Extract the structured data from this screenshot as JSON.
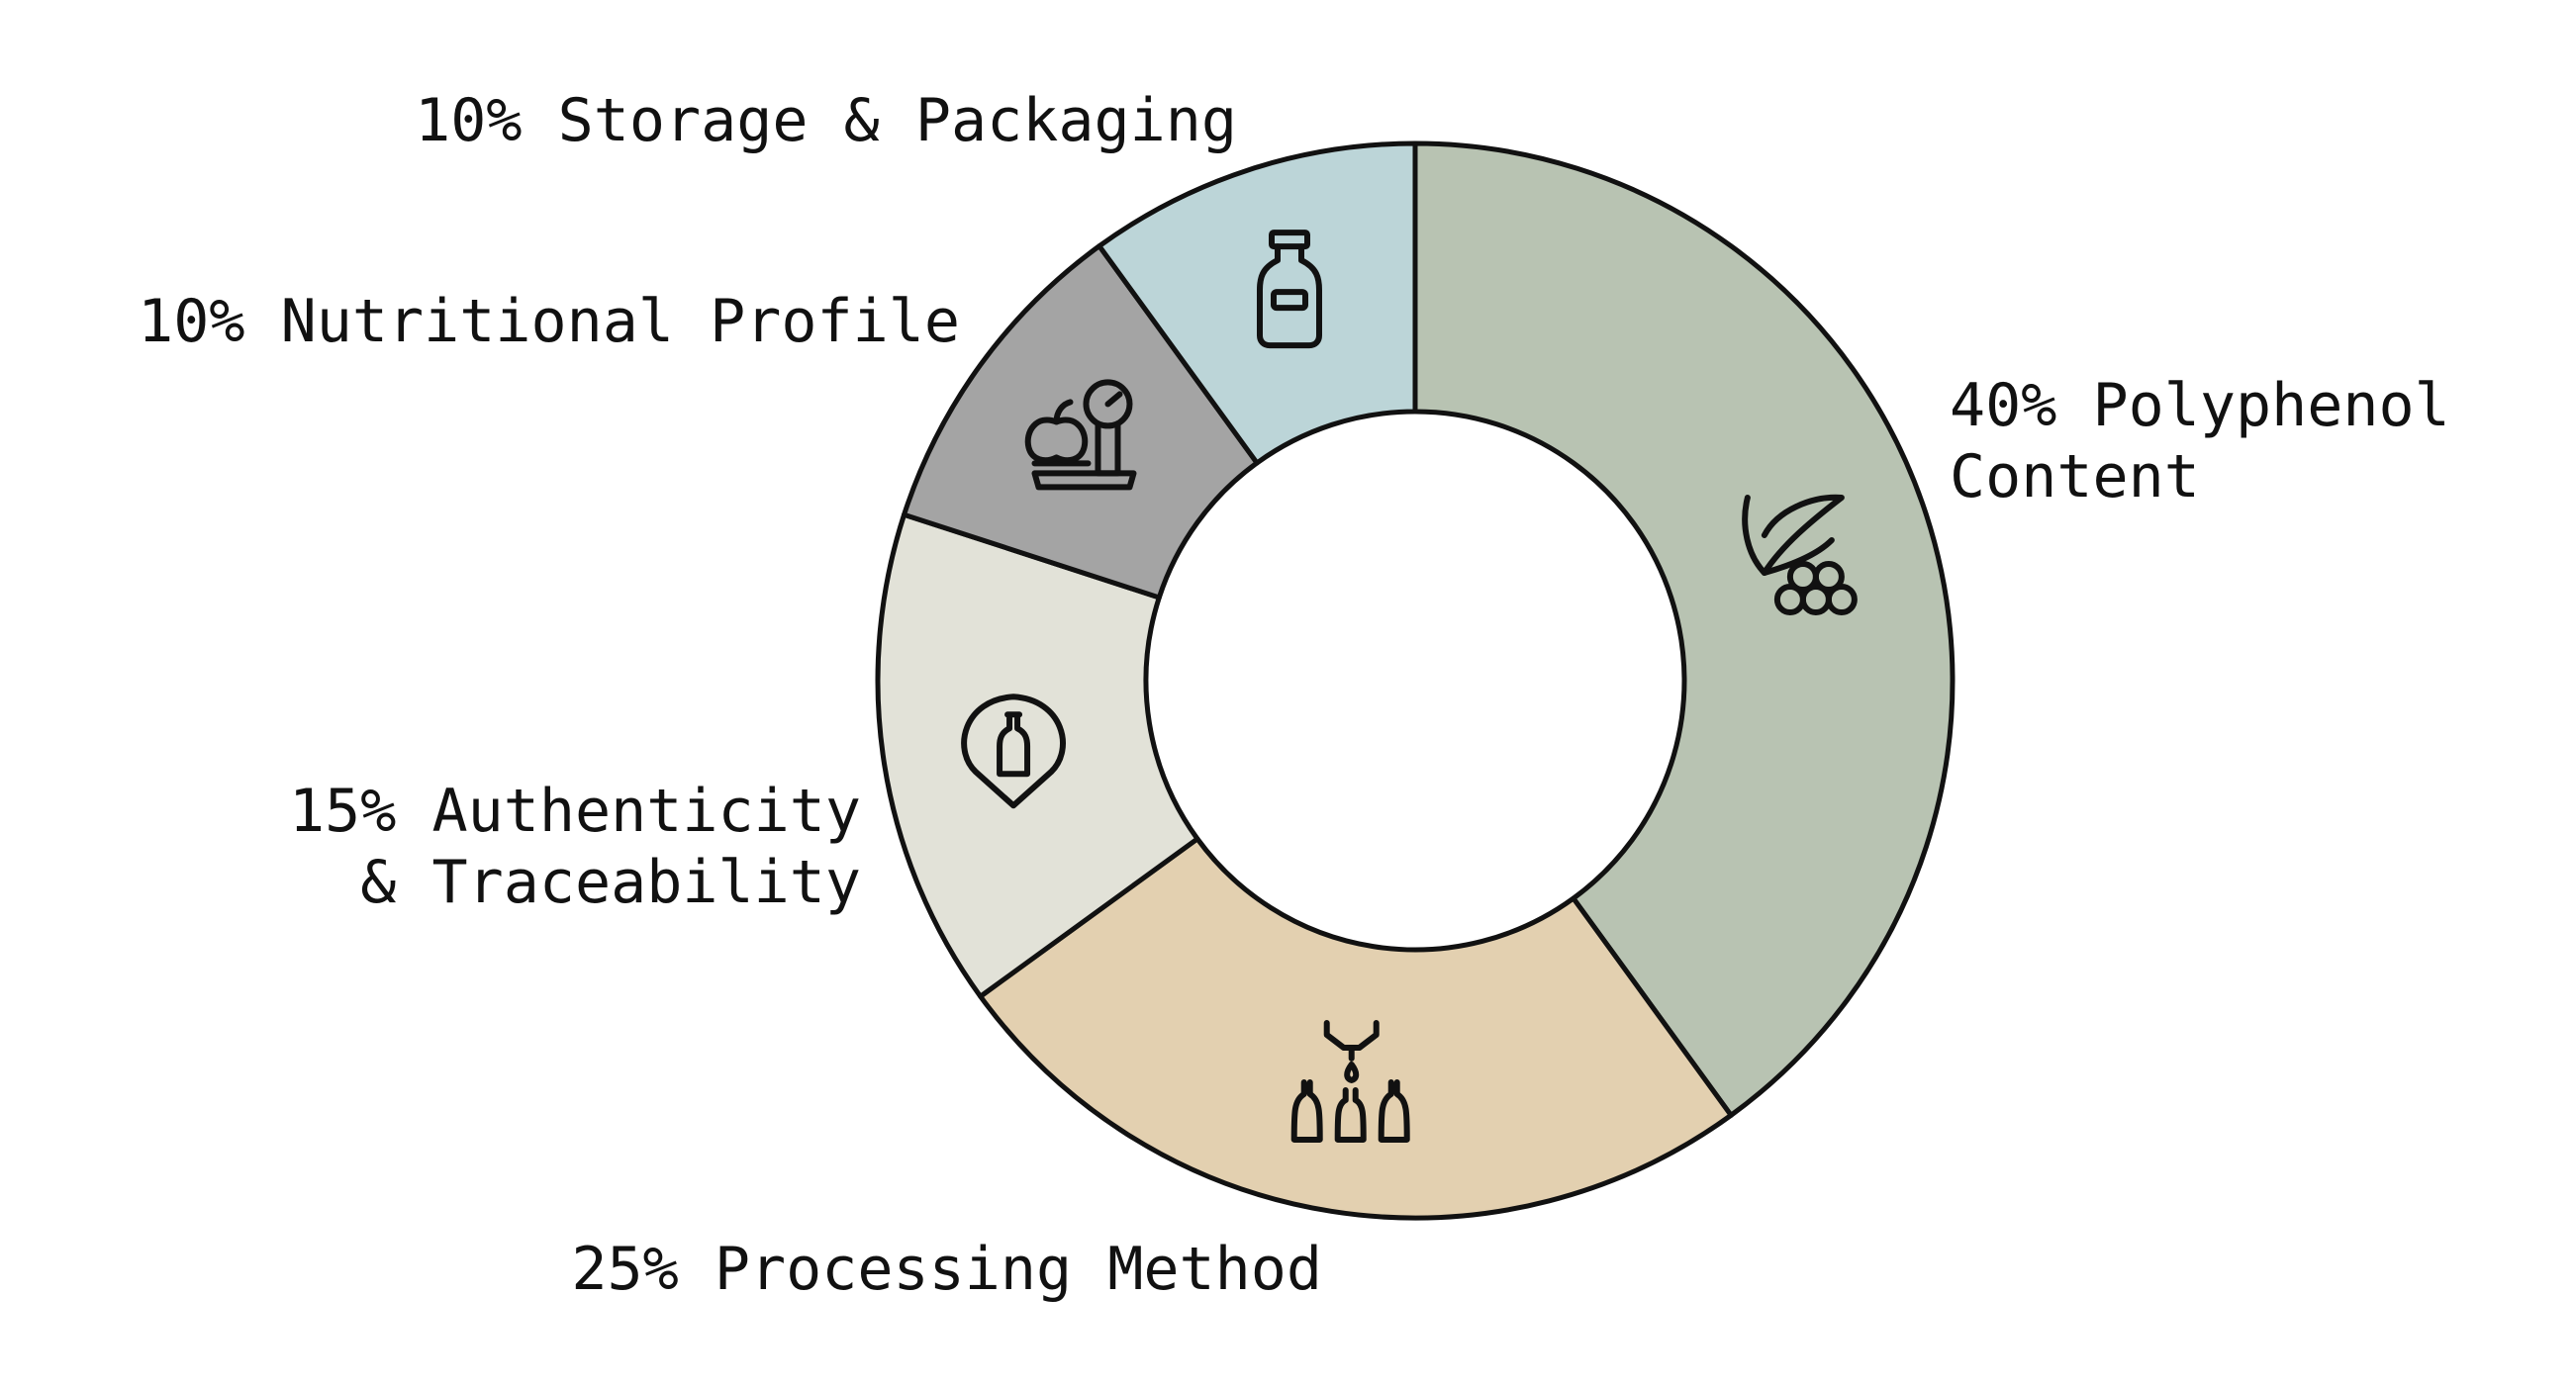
{
  "chart_data": {
    "type": "pie",
    "donut": true,
    "start": "top, clockwise",
    "slices": [
      {
        "label_lines": [
          "40% Polyphenol",
          "Content"
        ],
        "value": 40,
        "color": "#b8c3b2",
        "icon": "leaf-and-berries-icon"
      },
      {
        "label_lines": [
          "25% Processing Method"
        ],
        "value": 25,
        "color": "#e3d0b0",
        "icon": "press-and-bottles-icon"
      },
      {
        "label_lines": [
          "15% Authenticity",
          "& Traceability"
        ],
        "value": 15,
        "color": "#e2e2d8",
        "icon": "location-pin-bottle-icon"
      },
      {
        "label_lines": [
          "10% Nutritional Profile"
        ],
        "value": 10,
        "color": "#a4a4a4",
        "icon": "scale-with-apple-icon"
      },
      {
        "label_lines": [
          "10% Storage & Packaging"
        ],
        "value": 10,
        "color": "#bcd5d8",
        "icon": "bottle-icon"
      }
    ]
  }
}
